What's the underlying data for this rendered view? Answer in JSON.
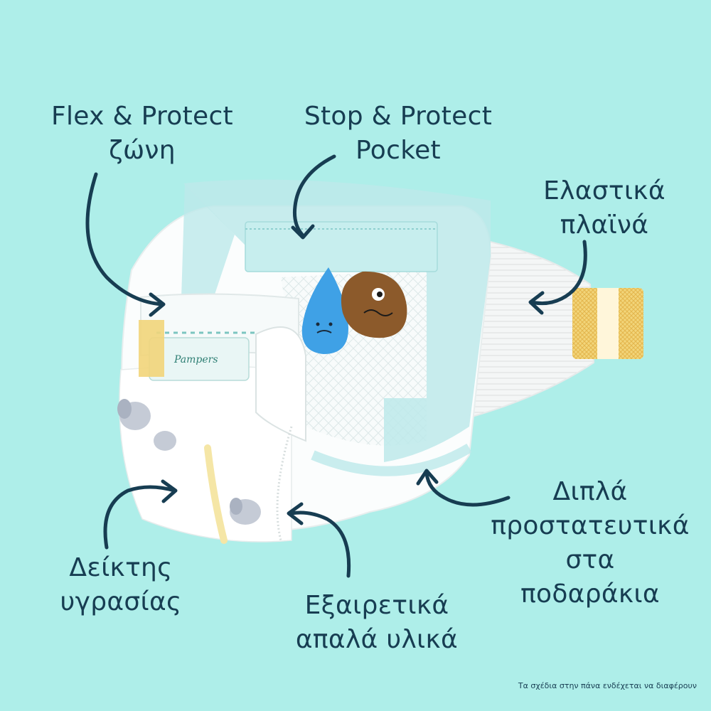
{
  "labels": {
    "flex_protect": [
      "Flex & Protect",
      "ζώνη"
    ],
    "stop_protect": [
      "Stop & Protect",
      "Pocket"
    ],
    "elastic_sides": [
      "Ελαστικά",
      "πλαϊνά"
    ],
    "leg_cuffs": [
      "Διπλά",
      "προστατευτικά",
      "στα",
      "ποδαράκια"
    ],
    "wetness_indicator": [
      "Δείκτης",
      "υγρασίας"
    ],
    "soft_materials": [
      "Εξαιρετικά",
      "απαλά υλικά"
    ]
  },
  "brand_logo": "Pampers",
  "disclaimer": "Τα σχέδια στην πάνα ενδέχεται να διαφέρουν",
  "colors": {
    "background": "#aeeee9",
    "text": "#173d52",
    "arrow": "#173d52",
    "diaper_white": "#fbfdfd",
    "pocket_blue": "#bde9ea",
    "liquid_blue": "#3fa1e6",
    "poo_brown": "#8c5a2b",
    "tab_yellow": "#f2d57a"
  }
}
